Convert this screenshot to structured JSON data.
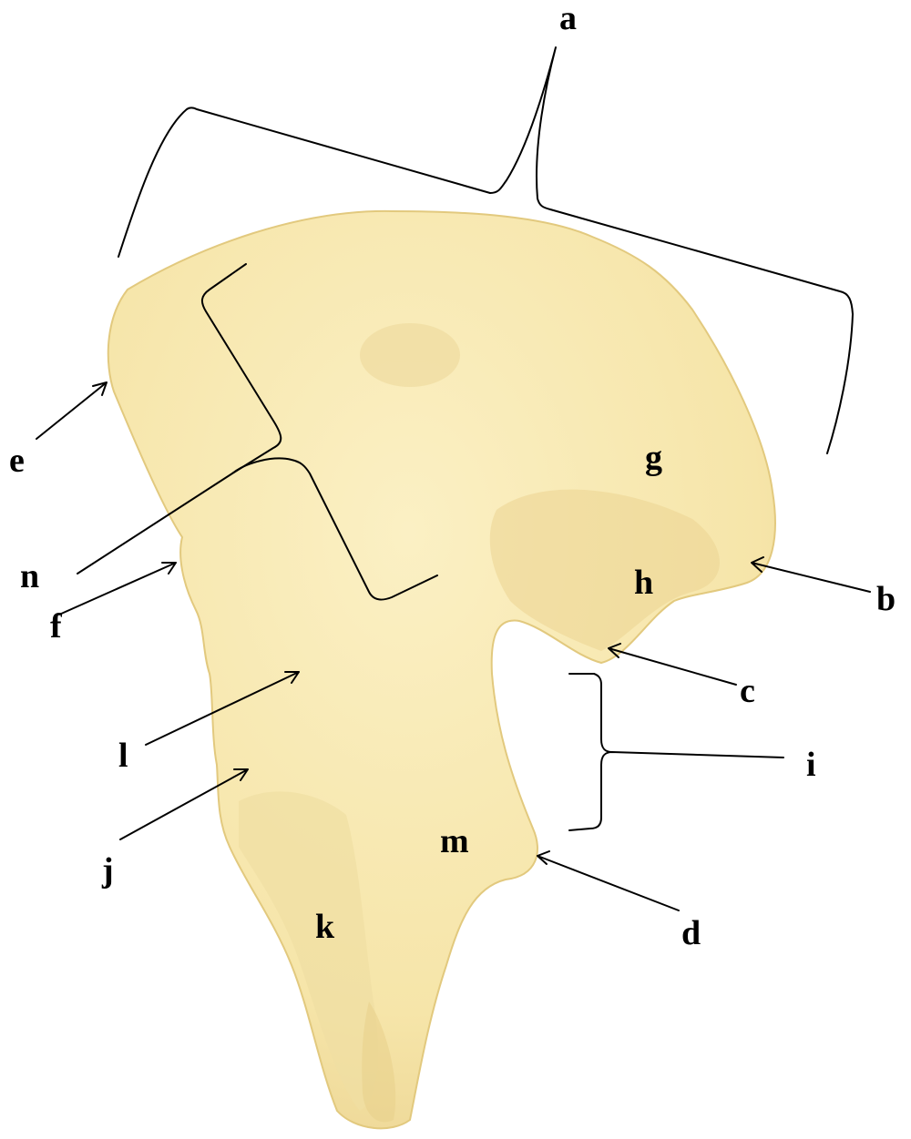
{
  "labels": {
    "a": "a",
    "b": "b",
    "c": "c",
    "d": "d",
    "e": "e",
    "f": "f",
    "g": "g",
    "h": "h",
    "i": "i",
    "j": "j",
    "k": "k",
    "l": "l",
    "m": "m",
    "n": "n"
  },
  "colors": {
    "bone": "#f7e8b0",
    "bone_edge": "#e6cf86",
    "bone_shadow": "#e9d38f",
    "ink": "#000000",
    "background": "#ffffff"
  }
}
